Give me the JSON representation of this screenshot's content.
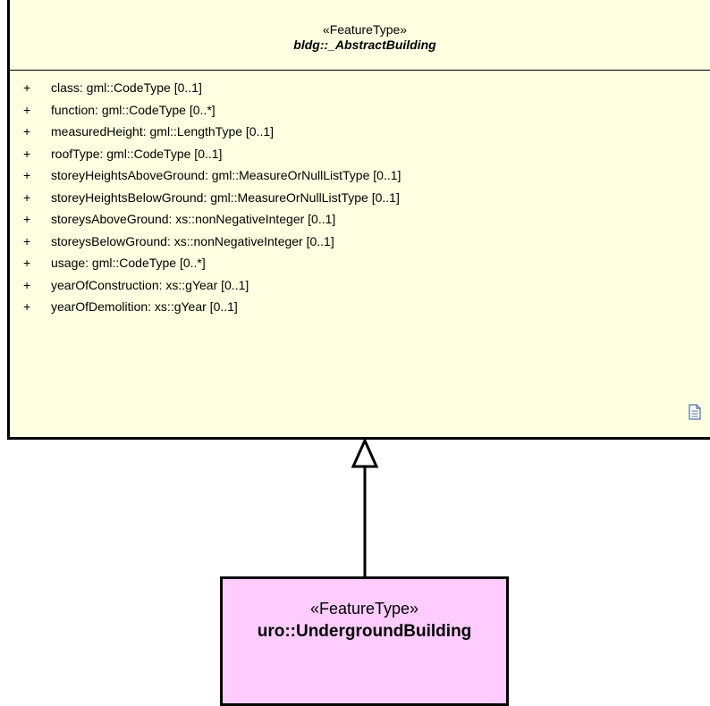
{
  "parent": {
    "stereotype": "«FeatureType»",
    "name": "bldg::_AbstractBuilding",
    "attributes": [
      {
        "visibility": "+",
        "text": "class: gml::CodeType [0..1]"
      },
      {
        "visibility": "+",
        "text": "function: gml::CodeType [0..*]"
      },
      {
        "visibility": "+",
        "text": "measuredHeight: gml::LengthType [0..1]"
      },
      {
        "visibility": "+",
        "text": "roofType: gml::CodeType [0..1]"
      },
      {
        "visibility": "+",
        "text": "storeyHeightsAboveGround: gml::MeasureOrNullListType [0..1]"
      },
      {
        "visibility": "+",
        "text": "storeyHeightsBelowGround: gml::MeasureOrNullListType [0..1]"
      },
      {
        "visibility": "+",
        "text": "storeysAboveGround: xs::nonNegativeInteger [0..1]"
      },
      {
        "visibility": "+",
        "text": "storeysBelowGround: xs::nonNegativeInteger [0..1]"
      },
      {
        "visibility": "+",
        "text": "usage: gml::CodeType [0..*]"
      },
      {
        "visibility": "+",
        "text": "yearOfConstruction: xs::gYear [0..1]"
      },
      {
        "visibility": "+",
        "text": "yearOfDemolition: xs::gYear [0..1]"
      }
    ],
    "note_icon": "document-icon",
    "fill_color": "#ffffe1"
  },
  "child": {
    "stereotype": "«FeatureType»",
    "name": "uro::UndergroundBuilding",
    "fill_color": "#ffccff"
  },
  "relationship": {
    "type": "generalization",
    "arrowhead": "hollow-triangle"
  }
}
